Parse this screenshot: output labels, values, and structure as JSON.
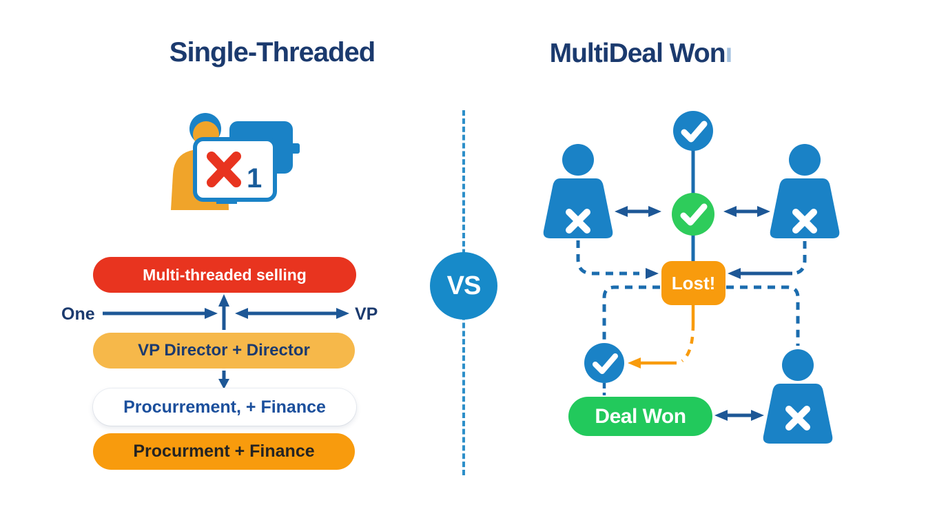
{
  "colors": {
    "navy": "#1b3a6e",
    "blue": "#1a82c6",
    "person-orange": "#f0a42a",
    "line-blue": "#1b6cae",
    "arrow-navy": "#1d5796",
    "dashed-blue": "#2d8fc9",
    "green": "#2ecc5b",
    "green-pill": "#22c95c",
    "orange": "#f89b0d",
    "yellow": "#f6b84a",
    "red": "#e8341f",
    "vs-blue": "#178ac9",
    "white-pill-text": "#1b4f9c",
    "dark-text": "#232323",
    "one-badge-blue": "#1a5d9b"
  },
  "left": {
    "title": "Single-Threaded",
    "illustration": {
      "badge_count": "1"
    },
    "flow": {
      "top_pill": "Multi-threaded selling",
      "label_left": "One",
      "label_right": "VP",
      "mid_pill": "VP Director + Director",
      "white_pill": "Procurrement, + Finance",
      "bottom_pill": "Procurment + Finance"
    }
  },
  "divider": {
    "vs_label": "VS"
  },
  "right": {
    "title": "MultiDeal Won",
    "title_tail": "ı",
    "lost_label": "Lost!",
    "deal_won_label": "Deal Won"
  },
  "icons": {
    "left_panel": [
      "person-icon",
      "chat-screen-icon",
      "x-mark-icon"
    ],
    "right_panel": [
      "check-icon",
      "person-icon",
      "x-mark-icon"
    ]
  }
}
